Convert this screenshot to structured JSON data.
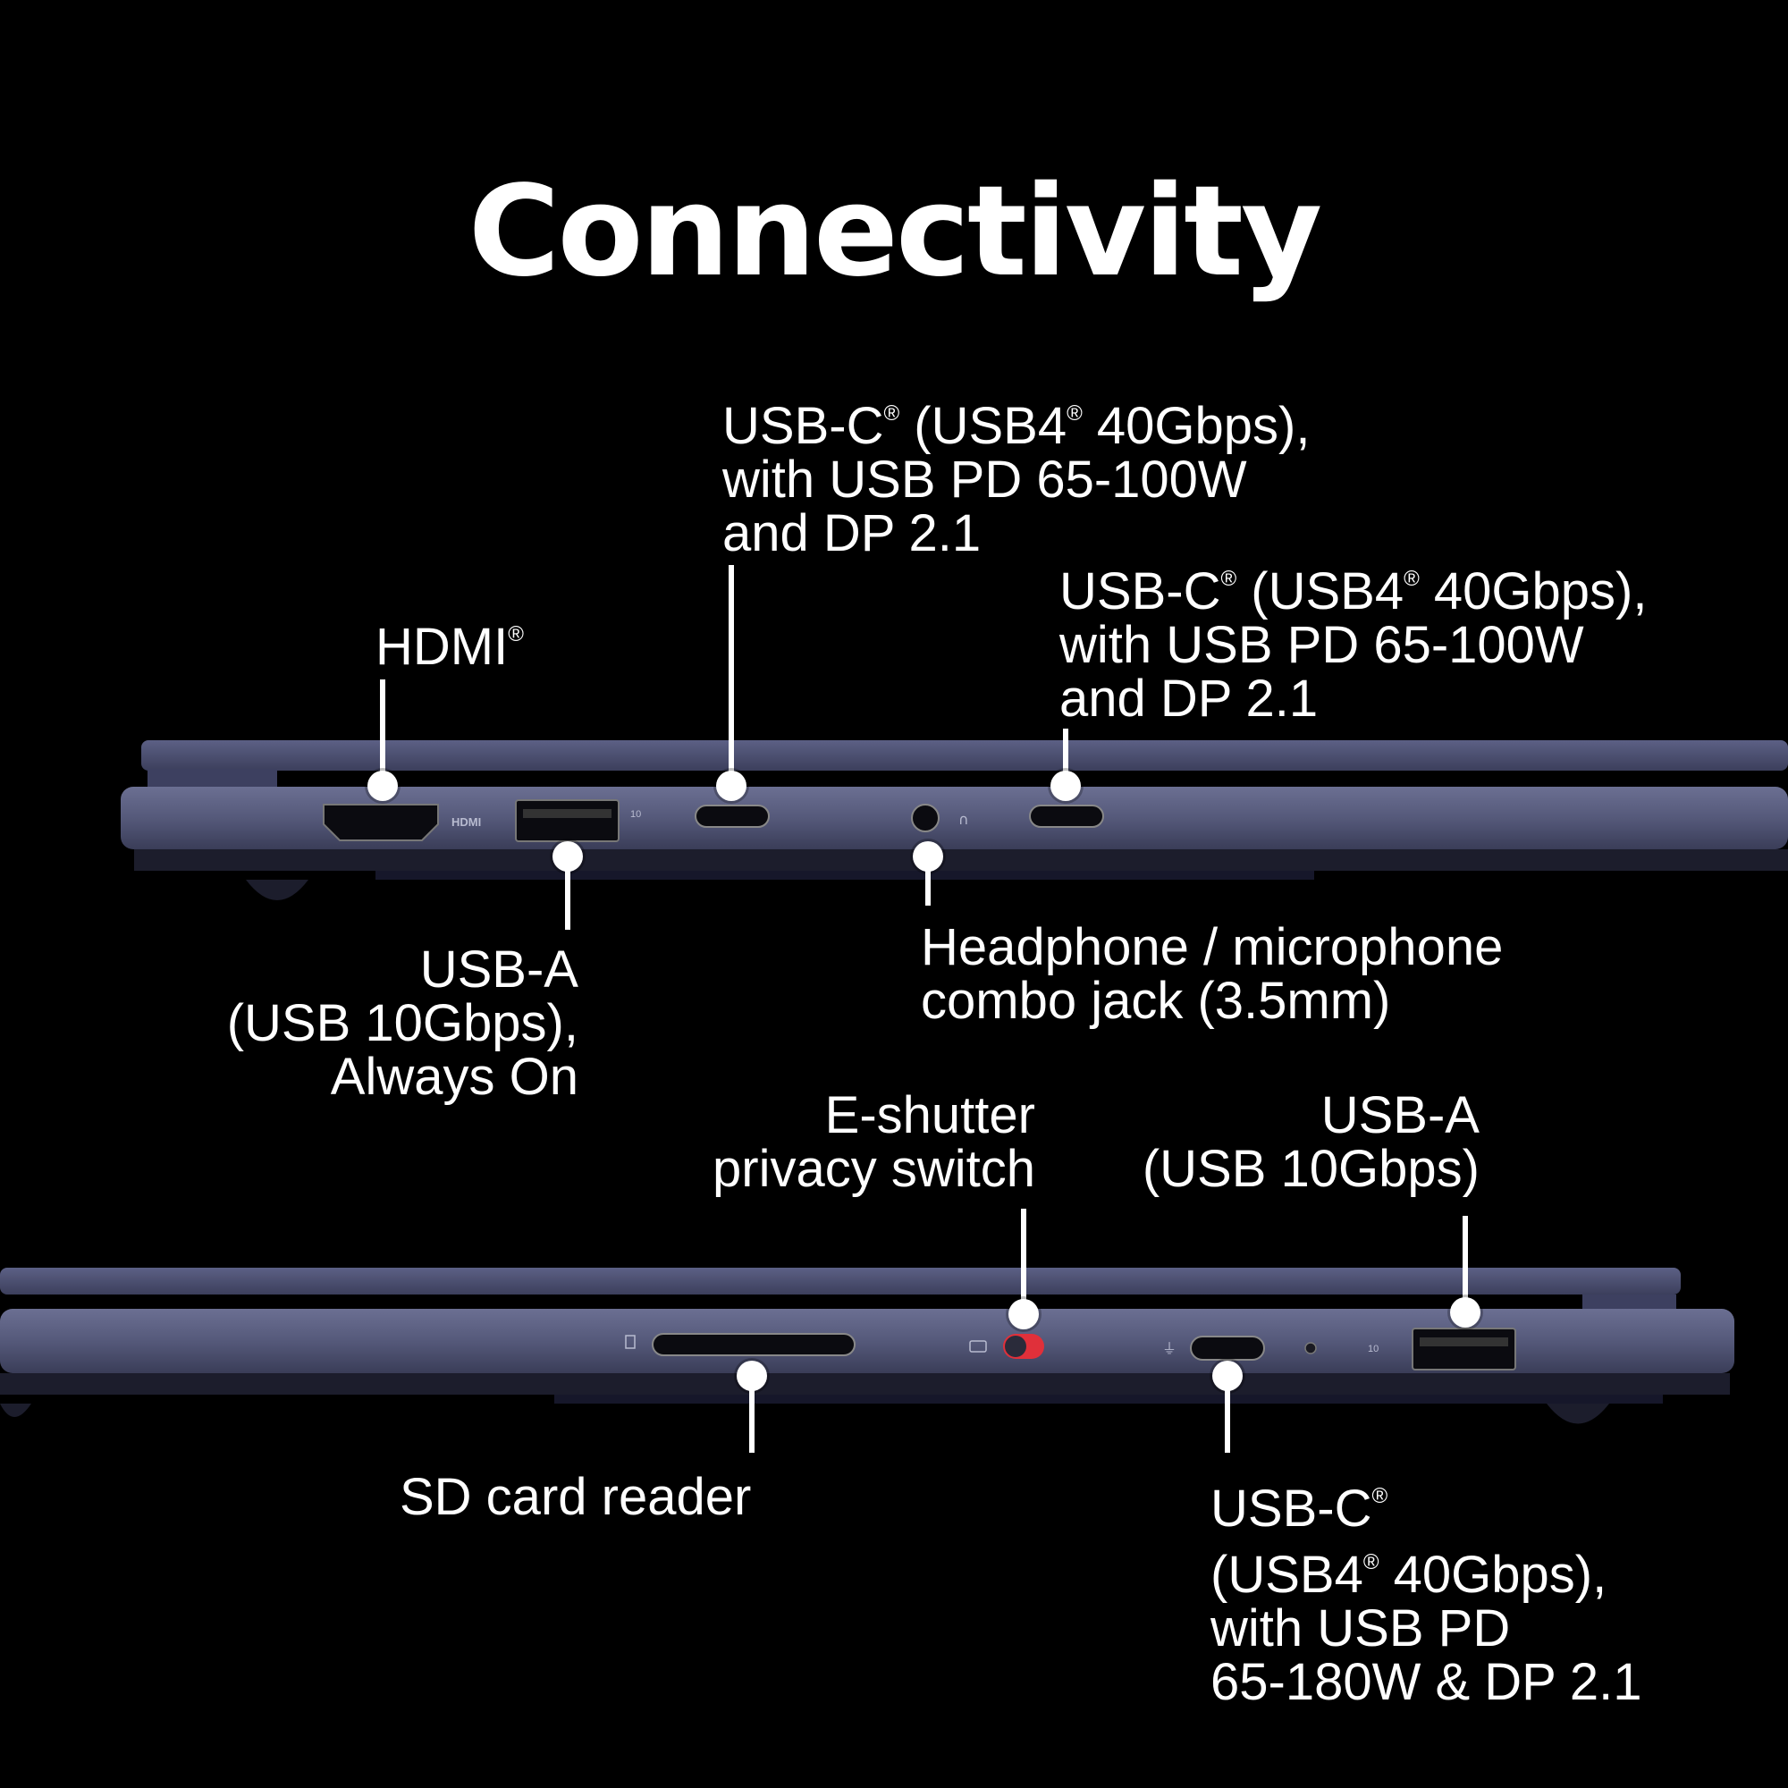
{
  "title": "Connectivity",
  "port_markings": {
    "hdmi_text": "HDMI"
  },
  "labels": {
    "hdmi": {
      "text": "HDMI",
      "mark": "®"
    },
    "usb_c_top_1": {
      "l1a": "USB-C",
      "l1b": " (USB4",
      "l1c": " 40Gbps),",
      "l2": "with USB PD 65-100W",
      "l3": "and DP 2.1"
    },
    "usb_c_top_2": {
      "l1a": "USB-C",
      "l1b": " (USB4",
      "l1c": " 40Gbps),",
      "l2": "with USB PD 65-100W",
      "l3": "and DP 2.1"
    },
    "usb_a_top": {
      "l1": "USB-A",
      "l2": "(USB 10Gbps),",
      "l3": "Always On"
    },
    "headphone": {
      "l1": "Headphone / microphone",
      "l2": "combo jack (3.5mm)"
    },
    "eshutter": {
      "l1": "E-shutter",
      "l2": "privacy switch"
    },
    "usb_a_bottom": {
      "l1": "USB-A",
      "l2": "(USB 10Gbps)"
    },
    "sd_card": {
      "text": "SD card reader"
    },
    "usb_c_bottom": {
      "l1a": "USB-C",
      "l2a": "(USB4",
      "l2b": " 40Gbps),",
      "l3": "with USB PD",
      "l4": "65-180W & DP 2.1"
    },
    "registered_mark": "®"
  },
  "colors": {
    "background": "#000000",
    "chassis": "#55597a",
    "chassis_dark": "#2b2d44",
    "port": "#0b0b10",
    "switch_red": "#e0303a"
  }
}
